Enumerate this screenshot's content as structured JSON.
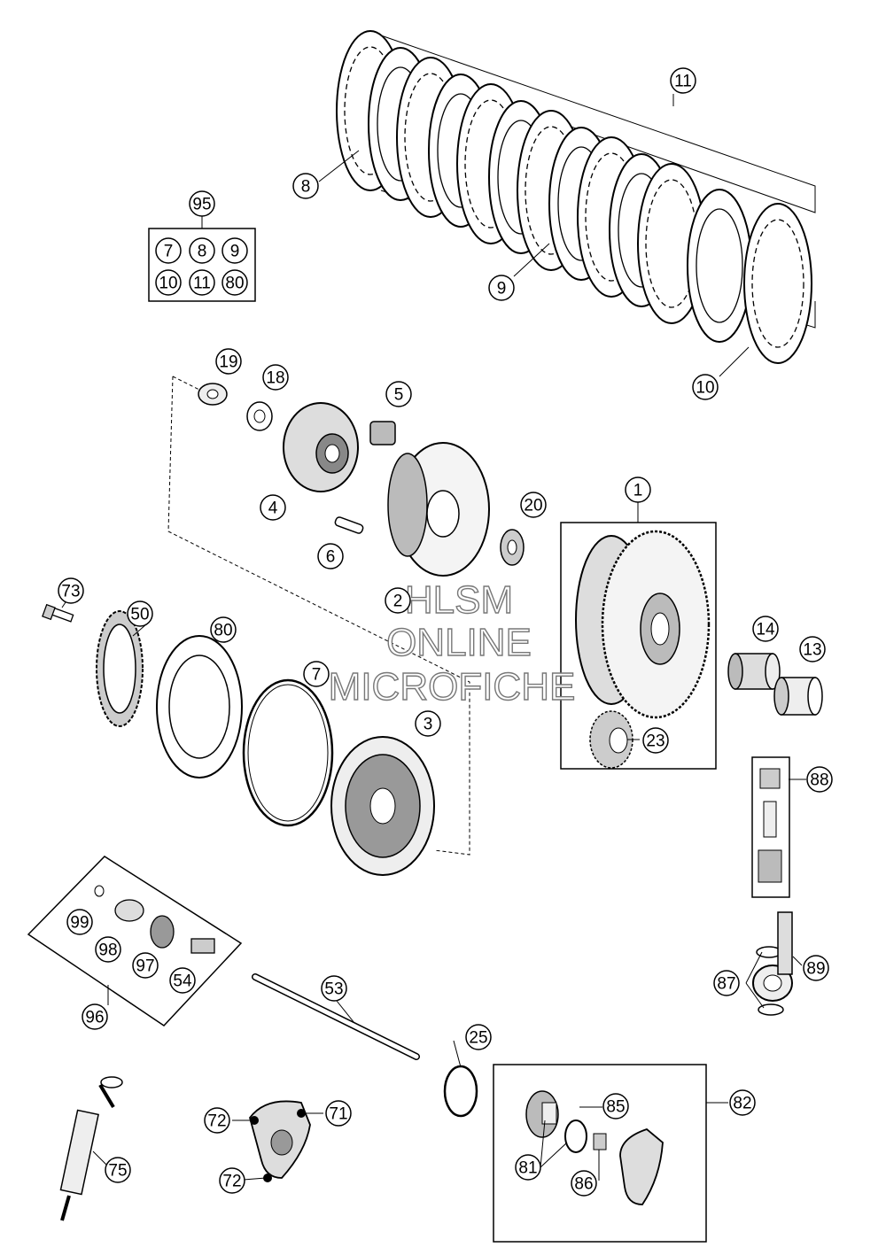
{
  "watermark": {
    "line1": "HLSM",
    "line2": "ONLINE",
    "line3": "MICROFICHE"
  },
  "callouts": {
    "c1": "1",
    "c2": "2",
    "c3": "3",
    "c4": "4",
    "c5": "5",
    "c6": "6",
    "c7": "7",
    "c8": "8",
    "c9": "9",
    "c10": "10",
    "c11": "11",
    "c13": "13",
    "c14": "14",
    "c18": "18",
    "c19": "19",
    "c20": "20",
    "c23": "23",
    "c25": "25",
    "c50": "50",
    "c53": "53",
    "c54": "54",
    "c71": "71",
    "c72a": "72",
    "c72b": "72",
    "c73": "73",
    "c75": "75",
    "c80": "80",
    "c81": "81",
    "c82": "82",
    "c85": "85",
    "c86": "86",
    "c87": "87",
    "c88": "88",
    "c89": "89",
    "c95": "95",
    "c96": "96",
    "c97": "97",
    "c98": "98",
    "c99": "99"
  },
  "kit95": {
    "k1": "7",
    "k2": "8",
    "k3": "9",
    "k4": "10",
    "k5": "11",
    "k6": "80"
  }
}
